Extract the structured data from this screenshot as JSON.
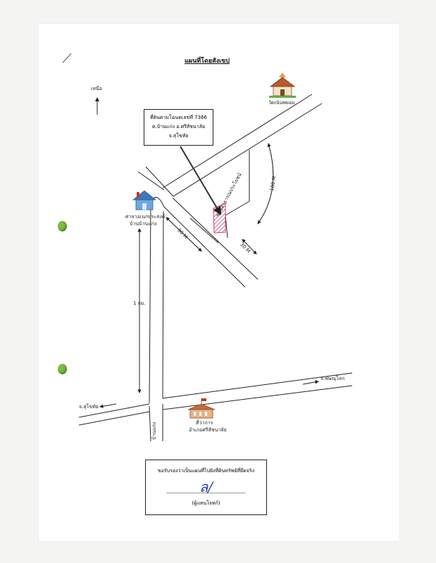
{
  "title": "แผนที่โดยสังเขป",
  "north": {
    "label": "เหนือ"
  },
  "callout": {
    "line1": "ที่ดินตามโฉนดเลขที่ 7366",
    "line2": "ต.บ้านแก่ง  อ.ศรีสัชนาลัย",
    "line3": "จ.สุโขทัย"
  },
  "landmarks": {
    "temple": "วัดเนินพยอม",
    "school_line1": "ศาลาอเนกประสงค์",
    "school_line2": "บ้านบ้านแก่ง",
    "district_office_line1": "ที่ว่าการ",
    "district_office_line2": "อำเภอศรีสัชนาลัย"
  },
  "roads": {
    "soi_label": "ซอยสาธารณประโยชน์",
    "to_sukhothai": "จ.สุโขทัย",
    "to_phitsanulok": "จ.พิษณุโลก",
    "south_road": "บ้านแก่ง"
  },
  "distances": {
    "d100": "100 M",
    "d90": "90 M",
    "d30": "30 M",
    "d1km": "1 กม."
  },
  "certification": {
    "text": "ขอรับรองว่าเป็นแผนที่ไปยังที่ดินทรัพย์ที่ยึดจริง",
    "role": "(ผู้แทนโจทก์)"
  },
  "colors": {
    "parcel": "#d0416b",
    "punch": "#7cbf3f",
    "signature": "#2a3bb0"
  }
}
